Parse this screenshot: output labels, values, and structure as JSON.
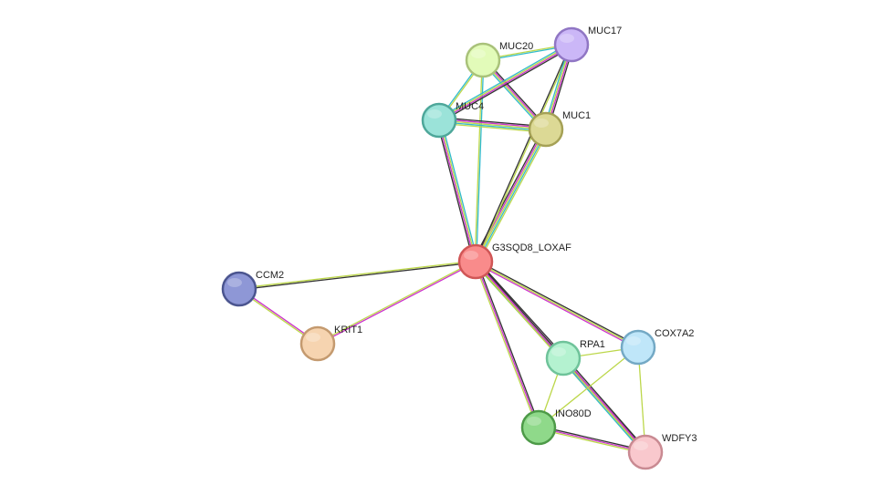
{
  "network": {
    "nodes": [
      {
        "id": "G3SQD8_LOXAF",
        "label": "G3SQD8_LOXAF",
        "fill": "#f98b8b",
        "stroke": "#d05656"
      },
      {
        "id": "MUC20",
        "label": "MUC20",
        "fill": "#e2fbb9",
        "stroke": "#a9c27a"
      },
      {
        "id": "MUC17",
        "label": "MUC17",
        "fill": "#cbb7f7",
        "stroke": "#9076c4"
      },
      {
        "id": "MUC4",
        "label": "MUC4",
        "fill": "#9be3d9",
        "stroke": "#4ea79a"
      },
      {
        "id": "MUC1",
        "label": "MUC1",
        "fill": "#dcd995",
        "stroke": "#a5a156"
      },
      {
        "id": "CCM2",
        "label": "CCM2",
        "fill": "#8e97d6",
        "stroke": "#4b558f"
      },
      {
        "id": "KRIT1",
        "label": "KRIT1",
        "fill": "#f6d4b0",
        "stroke": "#c49a6f"
      },
      {
        "id": "RPA1",
        "label": "RPA1",
        "fill": "#b4f2d0",
        "stroke": "#6fc39a"
      },
      {
        "id": "COX7A2",
        "label": "COX7A2",
        "fill": "#bfe6f9",
        "stroke": "#74a9c5"
      },
      {
        "id": "INO80D",
        "label": "INO80D",
        "fill": "#8fd98a",
        "stroke": "#4d9a48"
      },
      {
        "id": "WDFY3",
        "label": "WDFY3",
        "fill": "#f9c8cd",
        "stroke": "#c98a92"
      }
    ],
    "edge_colors": {
      "black": "#333333",
      "magenta": "#cc33cc",
      "lime": "#bcd74a",
      "cyan": "#33bbcc",
      "green": "#4caf50",
      "blue": "#3b6fd9"
    },
    "edges": [
      {
        "from": "G3SQD8_LOXAF",
        "to": "MUC20",
        "colors": [
          "lime",
          "cyan"
        ]
      },
      {
        "from": "G3SQD8_LOXAF",
        "to": "MUC4",
        "colors": [
          "black",
          "magenta",
          "lime",
          "cyan"
        ]
      },
      {
        "from": "G3SQD8_LOXAF",
        "to": "MUC1",
        "colors": [
          "black",
          "magenta",
          "lime",
          "cyan",
          "lime"
        ]
      },
      {
        "from": "G3SQD8_LOXAF",
        "to": "MUC17",
        "colors": [
          "black",
          "lime"
        ]
      },
      {
        "from": "G3SQD8_LOXAF",
        "to": "CCM2",
        "colors": [
          "black",
          "lime"
        ]
      },
      {
        "from": "G3SQD8_LOXAF",
        "to": "KRIT1",
        "colors": [
          "magenta",
          "lime"
        ]
      },
      {
        "from": "G3SQD8_LOXAF",
        "to": "RPA1",
        "colors": [
          "black",
          "magenta",
          "lime",
          "green"
        ]
      },
      {
        "from": "G3SQD8_LOXAF",
        "to": "COX7A2",
        "colors": [
          "black",
          "lime",
          "magenta"
        ]
      },
      {
        "from": "G3SQD8_LOXAF",
        "to": "INO80D",
        "colors": [
          "black",
          "magenta",
          "lime"
        ]
      },
      {
        "from": "G3SQD8_LOXAF",
        "to": "WDFY3",
        "colors": [
          "black",
          "magenta",
          "lime"
        ]
      },
      {
        "from": "MUC20",
        "to": "MUC17",
        "colors": [
          "lime",
          "cyan"
        ]
      },
      {
        "from": "MUC20",
        "to": "MUC4",
        "colors": [
          "lime",
          "cyan"
        ]
      },
      {
        "from": "MUC20",
        "to": "MUC1",
        "colors": [
          "black",
          "magenta",
          "lime",
          "cyan"
        ]
      },
      {
        "from": "MUC17",
        "to": "MUC4",
        "colors": [
          "black",
          "magenta",
          "lime",
          "cyan"
        ]
      },
      {
        "from": "MUC17",
        "to": "MUC1",
        "colors": [
          "black",
          "magenta",
          "lime",
          "cyan"
        ]
      },
      {
        "from": "MUC4",
        "to": "MUC1",
        "colors": [
          "black",
          "magenta",
          "lime",
          "cyan",
          "lime"
        ]
      },
      {
        "from": "CCM2",
        "to": "KRIT1",
        "colors": [
          "magenta",
          "lime"
        ]
      },
      {
        "from": "RPA1",
        "to": "COX7A2",
        "colors": [
          "lime"
        ]
      },
      {
        "from": "RPA1",
        "to": "INO80D",
        "colors": [
          "lime"
        ]
      },
      {
        "from": "RPA1",
        "to": "WDFY3",
        "colors": [
          "black",
          "magenta",
          "lime",
          "cyan"
        ]
      },
      {
        "from": "COX7A2",
        "to": "INO80D",
        "colors": [
          "lime"
        ]
      },
      {
        "from": "COX7A2",
        "to": "WDFY3",
        "colors": [
          "lime"
        ]
      },
      {
        "from": "INO80D",
        "to": "WDFY3",
        "colors": [
          "black",
          "magenta",
          "lime"
        ]
      }
    ]
  }
}
